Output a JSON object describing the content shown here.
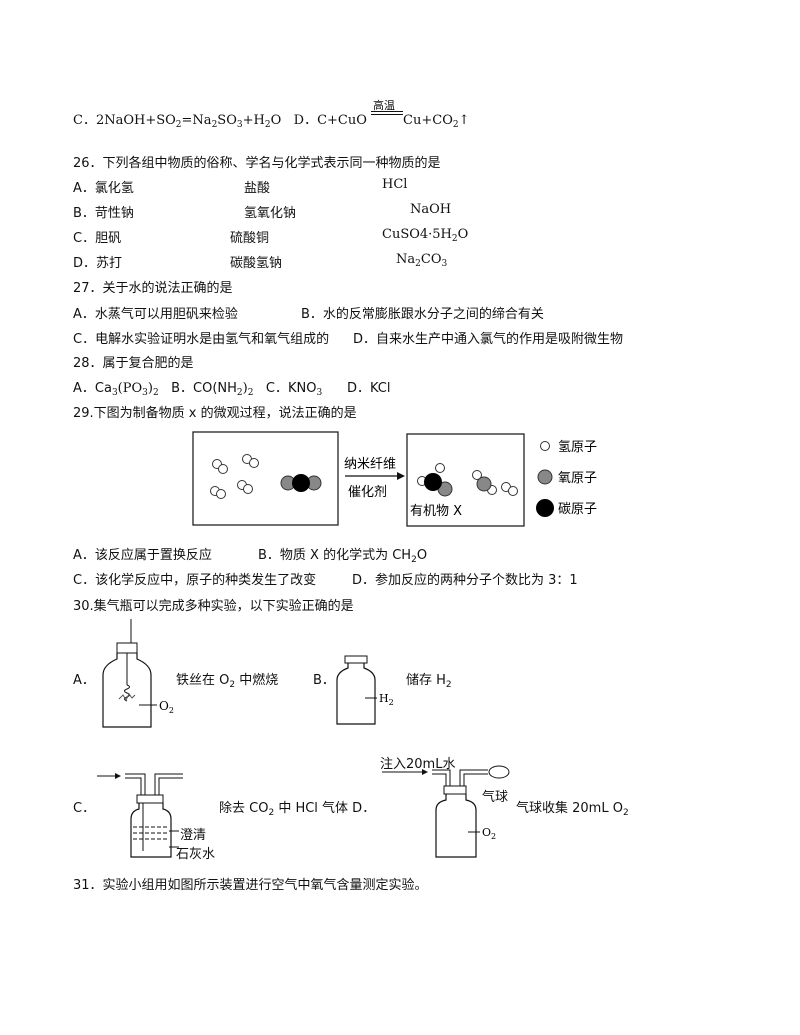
{
  "q25c": {
    "c_prefix": "C．2NaOH+SO",
    "c_mid1": "=Na",
    "c_mid2": "SO",
    "c_end": "+H",
    "c_tail": "O",
    "d_prefix": "D．C+CuO",
    "d_cond": "高温",
    "d_prod": "Cu+CO",
    "d_arrow": "↑",
    "sub2": "2",
    "sub3": "3"
  },
  "q26": {
    "stem": "26．下列各组中物质的俗称、学名与化学式表示同一种物质的是",
    "rows": [
      {
        "opt": "A．氯化氢",
        "name": "盐酸",
        "formula": "HCl"
      },
      {
        "opt": "B．苛性钠",
        "name": "氢氧化钠",
        "formula": "NaOH"
      },
      {
        "opt": "C．胆矾",
        "name": "硫酸铜",
        "formula": "CuSO4·5H",
        "formula_sub": "2",
        "formula_end": "O"
      },
      {
        "opt": "D．苏打",
        "name": "碳酸氢钠",
        "formula": "Na",
        "formula_sub": "2",
        "formula_mid": "CO",
        "formula_sub2": "3"
      }
    ]
  },
  "q27": {
    "stem": "27．关于水的说法正确的是",
    "a": "A．水蒸气可以用胆矾来检验",
    "b": "B．水的反常膨胀跟水分子之间的缔合有关",
    "c": "C．电解水实验证明水是由氢气和氧气组成的",
    "d": "D．自来水生产中通入氯气的作用是吸附微生物"
  },
  "q28": {
    "stem": "28．属于复合肥的是",
    "a": "A．Ca",
    "a_sub": "3",
    "a_mid": "(PO",
    "a_sub2": "3",
    "a_end": ")",
    "a_sub3": "2",
    "b": "B．CO(NH",
    "b_sub": "2",
    "b_end": ")",
    "b_sub2": "2",
    "c": "C．KNO",
    "c_sub": "3",
    "d": "D．KCl"
  },
  "q29": {
    "stem": "29.下图为制备物质 x 的微观过程，说法正确的是",
    "arrow_top": "纳米纤维",
    "arrow_bottom": "催化剂",
    "product_label": "有机物 X",
    "legend": [
      "氢原子",
      "氧原子",
      "碳原子"
    ],
    "a": "A．该反应属于置换反应",
    "b": "B．物质 X 的化学式为 CH",
    "b_sub": "2",
    "b_end": "O",
    "c": "C．该化学反应中，原子的种类发生了改变",
    "d": "D．参加反应的两种分子个数比为 3：1"
  },
  "q30": {
    "stem": "30.集气瓶可以完成多种实验，以下实验正确的是",
    "a_label": "A．",
    "a_text": "铁丝在 O",
    "a_sub": "2",
    "a_end": " 中燃烧",
    "a_gas": "O",
    "a_gas_sub": "2",
    "b_label": "B．",
    "b_text": "储存 H",
    "b_sub": "2",
    "b_gas": "H",
    "b_gas_sub": "2",
    "c_label": "C．",
    "c_text": "除去 CO",
    "c_sub": "2",
    "c_end": " 中 HCl 气体 D．",
    "c_liquid1": "澄清",
    "c_liquid2": "石灰水",
    "d_inject": "注入20mL水",
    "d_balloon": "气球",
    "d_text": "气球收集 20mL O",
    "d_sub": "2",
    "d_gas": "O",
    "d_gas_sub": "2"
  },
  "q31": {
    "stem": "31．实验小组用如图所示装置进行空气中氧气含量测定实验。"
  }
}
